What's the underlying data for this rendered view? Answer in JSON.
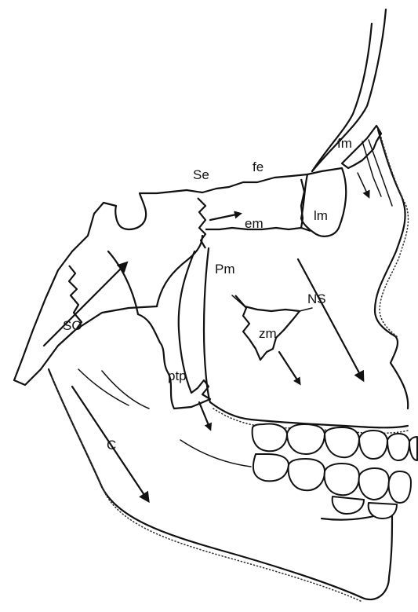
{
  "labels": {
    "se": "Se",
    "fe": "fe",
    "fm": "fm",
    "em": "em",
    "lm": "lm",
    "pm": "Pm",
    "ns": "NS",
    "zm": "zm",
    "so": "SO",
    "ptp": "ptp",
    "c": "C"
  },
  "colors": {
    "ink": "#111111",
    "paper": "#ffffff"
  }
}
